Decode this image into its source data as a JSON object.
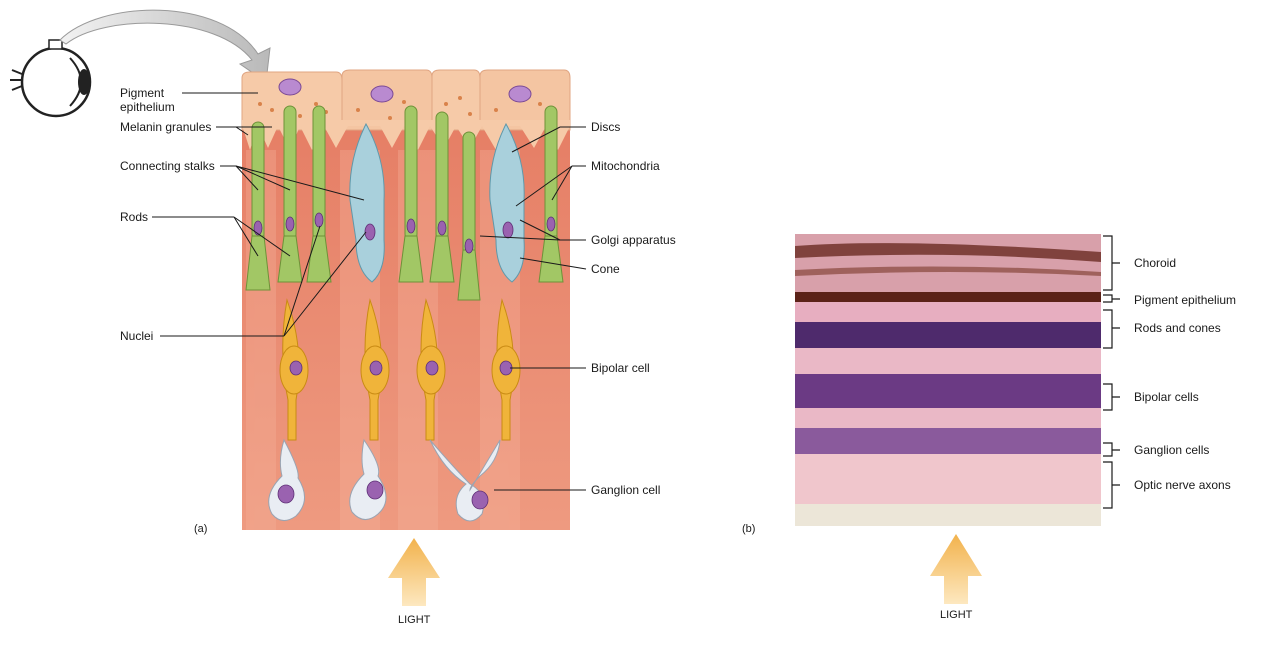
{
  "panel_a": {
    "tag": "(a)",
    "labels_left": {
      "pigment_line1": "Pigment",
      "pigment_line2": "epithelium",
      "melanin": "Melanin granules",
      "stalks": "Connecting stalks",
      "rods": "Rods",
      "nuclei": "Nuclei"
    },
    "labels_right": {
      "discs": "Discs",
      "mitochondria": "Mitochondria",
      "golgi": "Golgi apparatus",
      "cone": "Cone",
      "bipolar": "Bipolar cell",
      "ganglion": "Ganglion cell"
    },
    "light": "LIGHT"
  },
  "panel_b": {
    "tag": "(b)",
    "layers": {
      "choroid": "Choroid",
      "pigment": "Pigment epithelium",
      "rods_cones": "Rods and cones",
      "bipolar": "Bipolar cells",
      "ganglion": "Ganglion cells",
      "axons": "Optic nerve axons"
    },
    "light": "LIGHT"
  },
  "colors": {
    "tissue": "#e88c72",
    "epithelium": "#f4c9a6",
    "rod": "#9cc25a",
    "cone": "#a9d0dc",
    "bipolar": "#f0b43a",
    "ganglion": "#e6eaf0",
    "nucleus": "#9a62b0",
    "arrow": "#f5c76a"
  }
}
